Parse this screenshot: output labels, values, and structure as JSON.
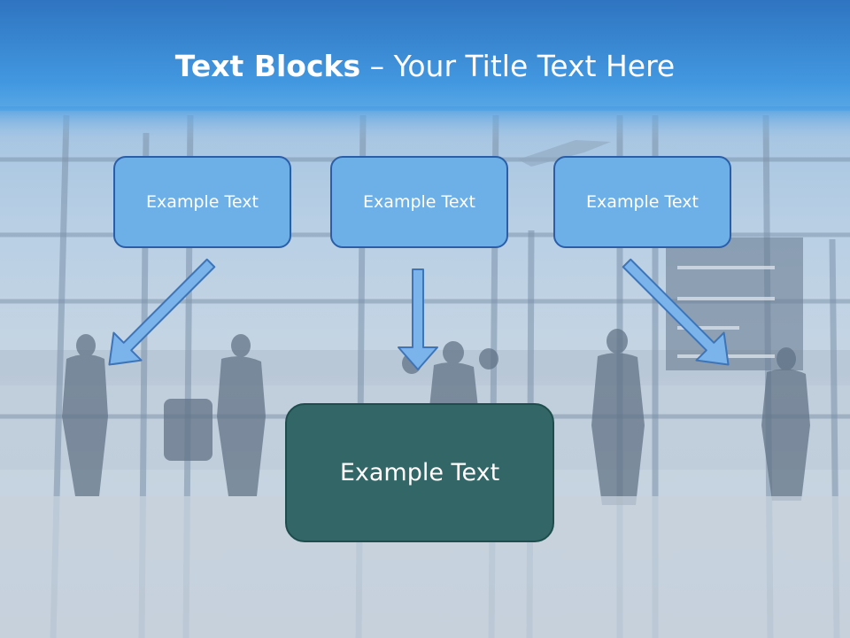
{
  "slide": {
    "title_bold": "Text Blocks",
    "title_rest": " – Your Title Text Here"
  },
  "boxes": {
    "top": [
      {
        "label": "Example Text"
      },
      {
        "label": "Example Text"
      },
      {
        "label": "Example Text"
      }
    ],
    "bottom": {
      "label": "Example Text"
    }
  },
  "colors": {
    "header_blue": "#3e8fd8",
    "top_box_fill": "#6db0e8",
    "top_box_border": "#2b5ea8",
    "bottom_box_fill": "#336666",
    "arrow_fill": "#7ab4ea",
    "arrow_stroke": "#3e74b8"
  }
}
